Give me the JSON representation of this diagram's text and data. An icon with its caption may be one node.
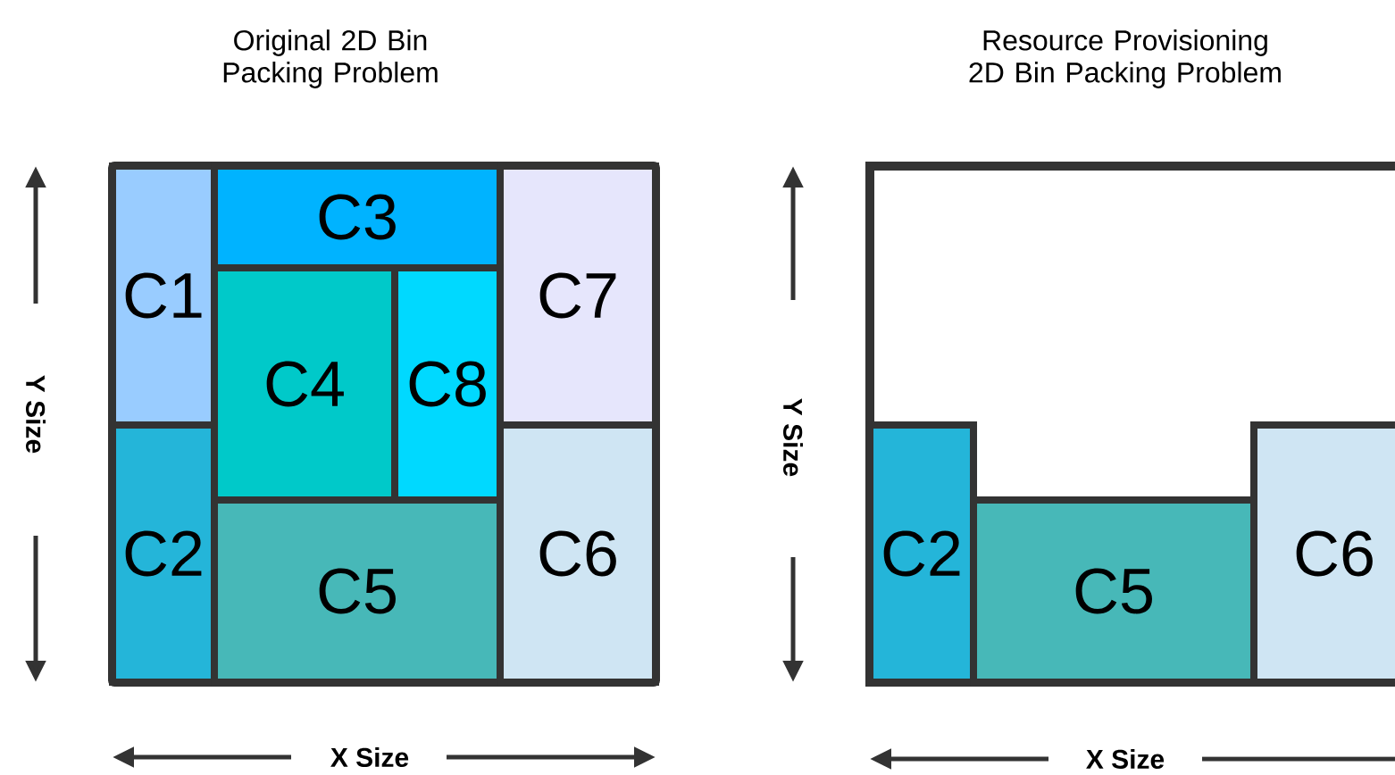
{
  "diagram": {
    "nodes": [
      {
        "text": [
          "Original 2D Bin Packing Problem"
        ]
      },
      {
        "text": [
          "C1"
        ],
        "in": 0
      },
      {
        "text": [
          "C3"
        ],
        "in": 0
      },
      {
        "text": [
          "C7"
        ],
        "in": 0
      },
      {
        "text": [
          "C4"
        ],
        "in": 0
      },
      {
        "text": [
          "C8"
        ],
        "in": 0
      },
      {
        "text": [
          "C2"
        ],
        "in": 0
      },
      {
        "text": [
          "C5"
        ],
        "in": 0
      },
      {
        "text": [
          "C6"
        ],
        "in": 0
      },
      {
        "text": [
          "Resource Provisioning 2D Bin Packing Problem"
        ]
      },
      {
        "text": [
          "C2"
        ],
        "in": 9
      },
      {
        "text": [
          "C5"
        ],
        "in": 9
      },
      {
        "text": [
          "C6"
        ],
        "in": 9
      }
    ],
    "labels": [
      "Y Size",
      "X Size",
      "Y Size",
      "X Size"
    ]
  }
}
